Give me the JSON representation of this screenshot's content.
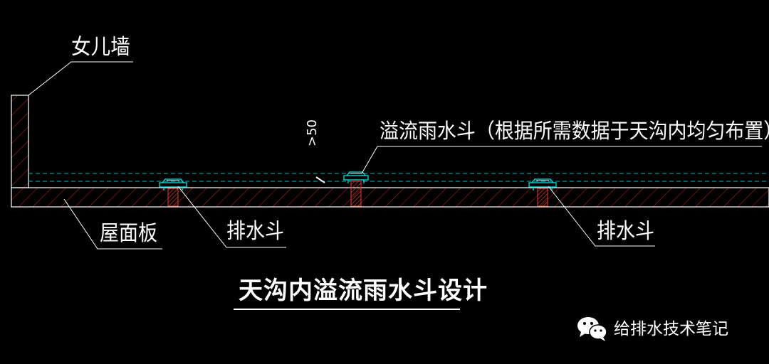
{
  "labels": {
    "parapet": "女儿墙",
    "overflow_drain": "溢流雨水斗（根据所需数据于天沟内均匀布置）",
    "roof_slab": "屋面板",
    "drain_left": "排水斗",
    "drain_right": "排水斗",
    "dimension": ">50"
  },
  "title": "天沟内溢流雨水斗设计",
  "watermark": {
    "text": "给排水技术笔记",
    "icon": "wechat-icon"
  },
  "colors": {
    "background": "#000000",
    "linework": "#ffffff",
    "hatch": "#cc2222",
    "drain_cyan": "#00e5e5",
    "water_line": "#00b8b8"
  }
}
